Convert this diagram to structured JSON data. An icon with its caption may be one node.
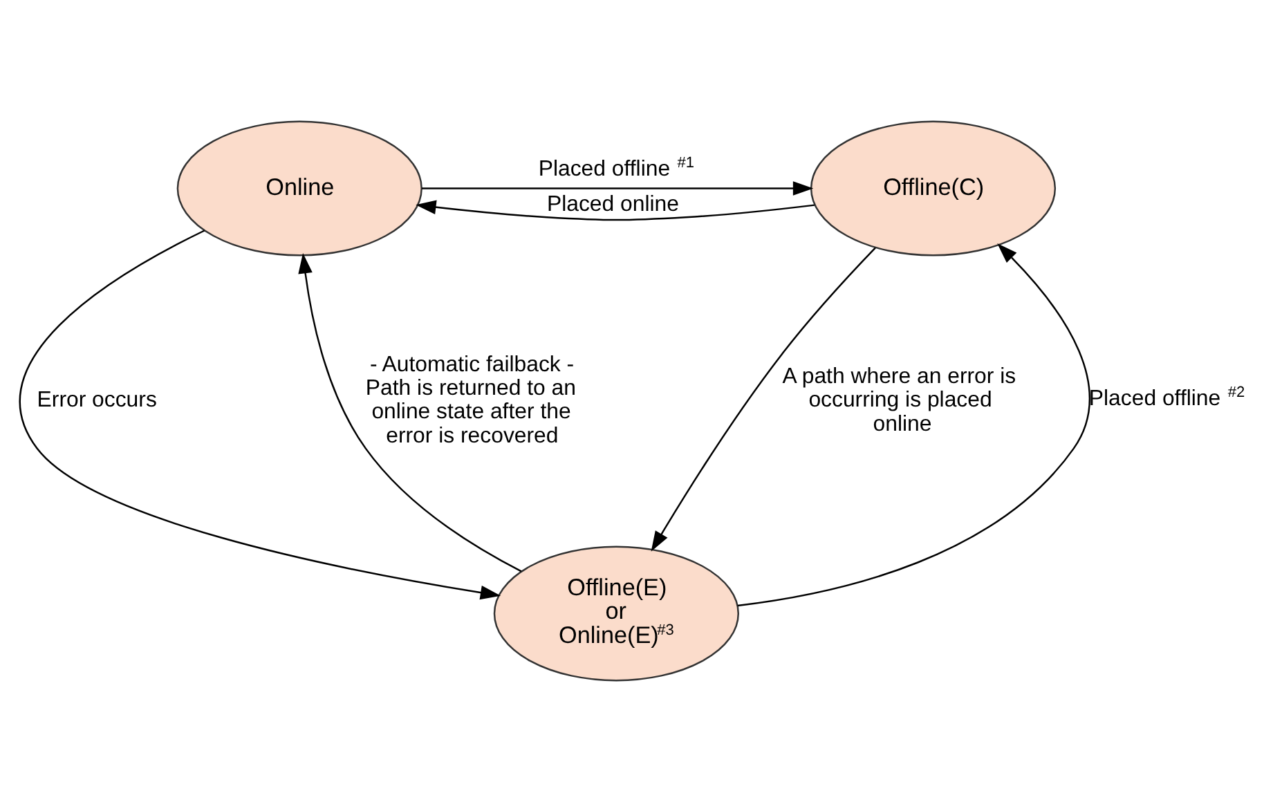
{
  "diagram": {
    "nodes": [
      {
        "text": [
          "Online"
        ]
      },
      {
        "text": [
          "Offline(C)"
        ]
      },
      {
        "text": [
          "Offline(E) or Online(E)$^{#3}$"
        ]
      }
    ],
    "edges": [
      {
        "from": 0,
        "to": 1,
        "arrow": "to",
        "label": "Placed offline$^{#1}$"
      },
      {
        "from": 1,
        "to": 0,
        "arrow": "to",
        "label": "Placed online"
      },
      {
        "from": 0,
        "to": 2,
        "arrow": "to",
        "label": "Error occurs"
      },
      {
        "from": 2,
        "to": 0,
        "arrow": "to",
        "label": "- Automatic failback - Path is returned to an online state after the error is recovered"
      },
      {
        "from": 2,
        "to": 1,
        "arrow": "to",
        "label": "Placed offline$^{#2}$"
      },
      {
        "from": 1,
        "to": 2,
        "arrow": "to",
        "label": "A path where an error is occurring is placed online"
      }
    ]
  }
}
